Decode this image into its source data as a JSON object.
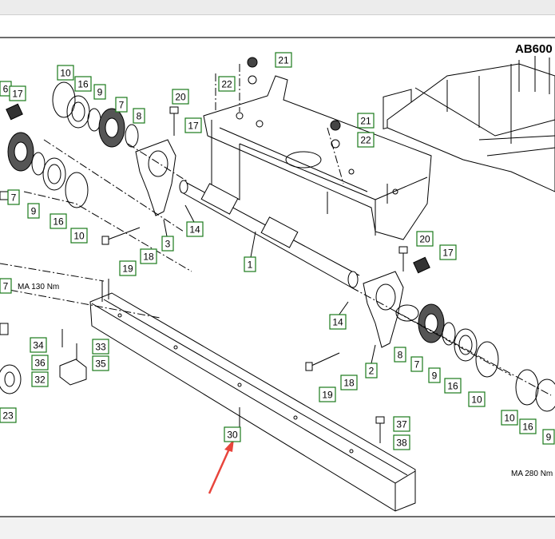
{
  "model_code": "AB600",
  "torque_notes": [
    {
      "id": "ma-left",
      "text": "MA 130 Nm"
    },
    {
      "id": "ma-right",
      "text": "MA 280 Nm"
    }
  ],
  "part_labels": [
    {
      "id": "p6a",
      "text": "6"
    },
    {
      "id": "p17a",
      "text": "17"
    },
    {
      "id": "p10a",
      "text": "10"
    },
    {
      "id": "p16a",
      "text": "16"
    },
    {
      "id": "p9a",
      "text": "9"
    },
    {
      "id": "p7a",
      "text": "7"
    },
    {
      "id": "p8a",
      "text": "8"
    },
    {
      "id": "p20a",
      "text": "20"
    },
    {
      "id": "p17b",
      "text": "17"
    },
    {
      "id": "p21a",
      "text": "21"
    },
    {
      "id": "p22a",
      "text": "22"
    },
    {
      "id": "p21b",
      "text": "21"
    },
    {
      "id": "p22b",
      "text": "22"
    },
    {
      "id": "p7b",
      "text": "7"
    },
    {
      "id": "p9b",
      "text": "9"
    },
    {
      "id": "p16b",
      "text": "16"
    },
    {
      "id": "p10b",
      "text": "10"
    },
    {
      "id": "p14a",
      "text": "14"
    },
    {
      "id": "p3",
      "text": "3"
    },
    {
      "id": "p18a",
      "text": "18"
    },
    {
      "id": "p19a",
      "text": "19"
    },
    {
      "id": "p1",
      "text": "1"
    },
    {
      "id": "p20b",
      "text": "20"
    },
    {
      "id": "p17c",
      "text": "17"
    },
    {
      "id": "p7c",
      "text": "7"
    },
    {
      "id": "p14b",
      "text": "14"
    },
    {
      "id": "p34",
      "text": "34"
    },
    {
      "id": "p33",
      "text": "33"
    },
    {
      "id": "p36",
      "text": "36"
    },
    {
      "id": "p35",
      "text": "35"
    },
    {
      "id": "p32",
      "text": "32"
    },
    {
      "id": "p23",
      "text": "23"
    },
    {
      "id": "p2",
      "text": "2"
    },
    {
      "id": "p8b",
      "text": "8"
    },
    {
      "id": "p7d",
      "text": "7"
    },
    {
      "id": "p9c",
      "text": "9"
    },
    {
      "id": "p16c",
      "text": "16"
    },
    {
      "id": "p10c",
      "text": "10"
    },
    {
      "id": "p19b",
      "text": "19"
    },
    {
      "id": "p18b",
      "text": "18"
    },
    {
      "id": "p30",
      "text": "30"
    },
    {
      "id": "p37",
      "text": "37"
    },
    {
      "id": "p38",
      "text": "38"
    },
    {
      "id": "p10d",
      "text": "10"
    },
    {
      "id": "p16d",
      "text": "16"
    },
    {
      "id": "p9d",
      "text": "9"
    }
  ],
  "colors": {
    "label_border": "#1a7a1a",
    "arrow": "#e8453c",
    "line": "#000000"
  }
}
